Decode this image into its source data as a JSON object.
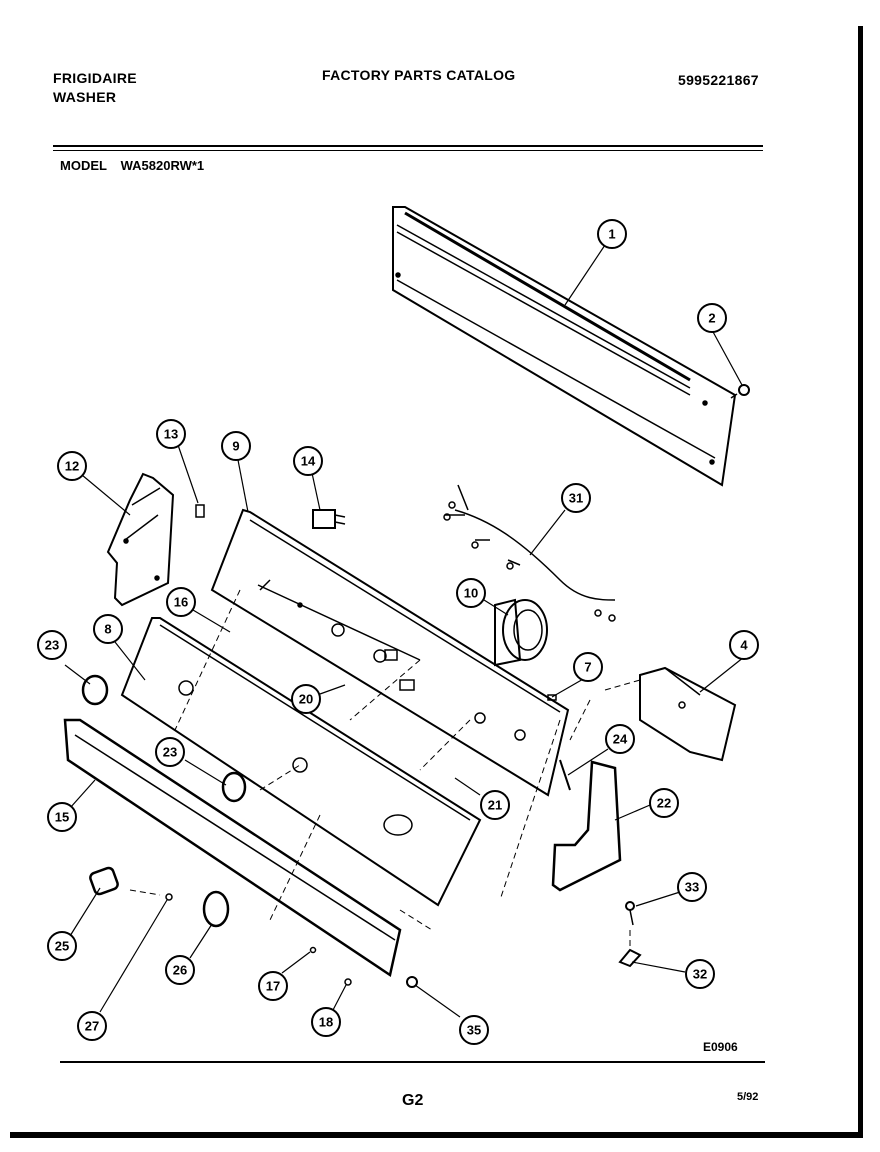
{
  "header": {
    "brand_line1": "FRIGIDAIRE",
    "brand_line2": "WASHER",
    "catalog_title": "FACTORY PARTS CATALOG",
    "part_number": "5995221867"
  },
  "model": {
    "label": "MODEL",
    "value": "WA5820RW*1"
  },
  "footer": {
    "diagram_code": "E0906",
    "page": "G2",
    "date": "5/92"
  },
  "callouts": [
    {
      "id": "c1",
      "label": "1"
    },
    {
      "id": "c2",
      "label": "2"
    },
    {
      "id": "c4",
      "label": "4"
    },
    {
      "id": "c7",
      "label": "7"
    },
    {
      "id": "c8",
      "label": "8"
    },
    {
      "id": "c9",
      "label": "9"
    },
    {
      "id": "c10",
      "label": "10"
    },
    {
      "id": "c12",
      "label": "12"
    },
    {
      "id": "c13",
      "label": "13"
    },
    {
      "id": "c14",
      "label": "14"
    },
    {
      "id": "c15",
      "label": "15"
    },
    {
      "id": "c16",
      "label": "16"
    },
    {
      "id": "c17",
      "label": "17"
    },
    {
      "id": "c18",
      "label": "18"
    },
    {
      "id": "c20",
      "label": "20"
    },
    {
      "id": "c21",
      "label": "21"
    },
    {
      "id": "c22",
      "label": "22"
    },
    {
      "id": "c23a",
      "label": "23"
    },
    {
      "id": "c23b",
      "label": "23"
    },
    {
      "id": "c24",
      "label": "24"
    },
    {
      "id": "c25",
      "label": "25"
    },
    {
      "id": "c26",
      "label": "26"
    },
    {
      "id": "c27",
      "label": "27"
    },
    {
      "id": "c31",
      "label": "31"
    },
    {
      "id": "c32",
      "label": "32"
    },
    {
      "id": "c33",
      "label": "33"
    },
    {
      "id": "c35",
      "label": "35"
    }
  ]
}
